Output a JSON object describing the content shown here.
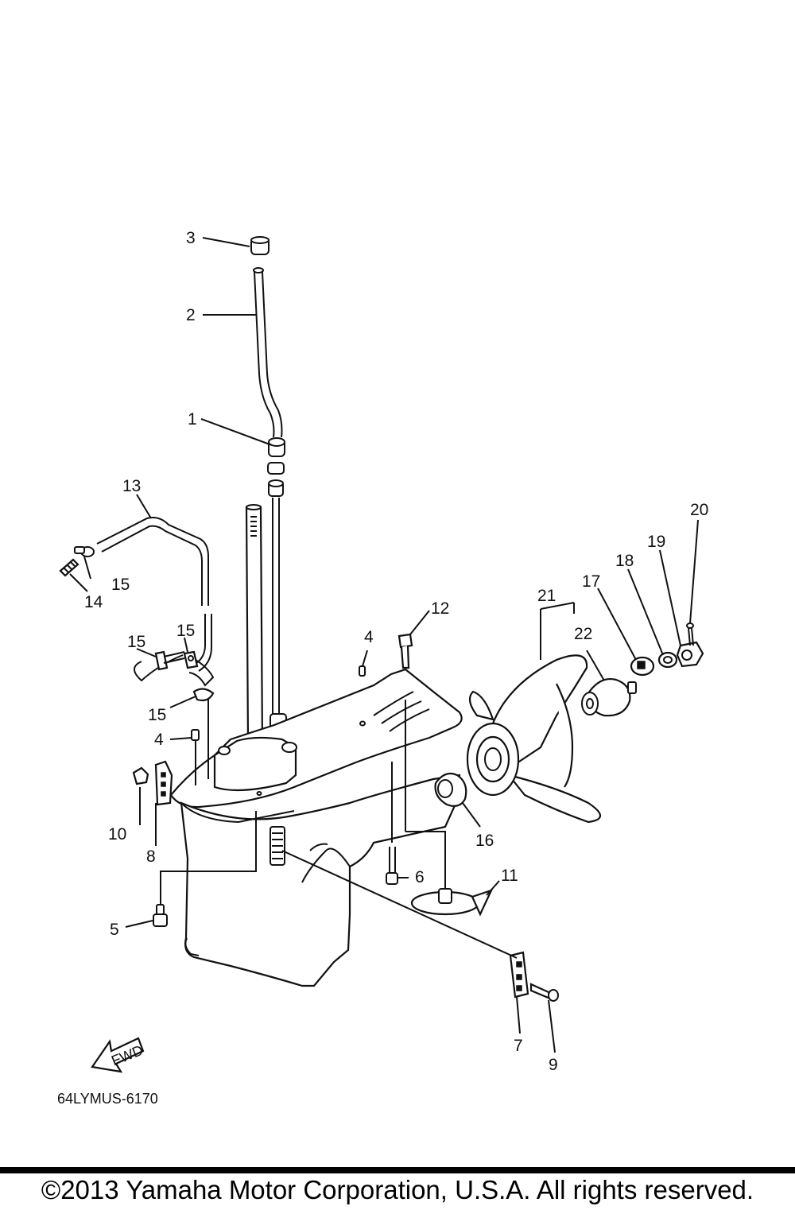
{
  "callouts": {
    "c1": "1",
    "c2": "2",
    "c3": "3",
    "c4a": "4",
    "c4b": "4",
    "c5": "5",
    "c6": "6",
    "c7": "7",
    "c8": "8",
    "c9": "9",
    "c10": "10",
    "c11": "11",
    "c12": "12",
    "c13": "13",
    "c14": "14",
    "c15a": "15",
    "c15b": "15",
    "c15c": "15",
    "c15d": "15",
    "c16": "16",
    "c17": "17",
    "c18": "18",
    "c19": "19",
    "c20": "20",
    "c21": "21",
    "c22": "22"
  },
  "arrow_label": "FWD",
  "diagram_code": "64LYMUS-6170",
  "footer": "©2013 Yamaha Motor Corporation, U.S.A. All rights reserved."
}
